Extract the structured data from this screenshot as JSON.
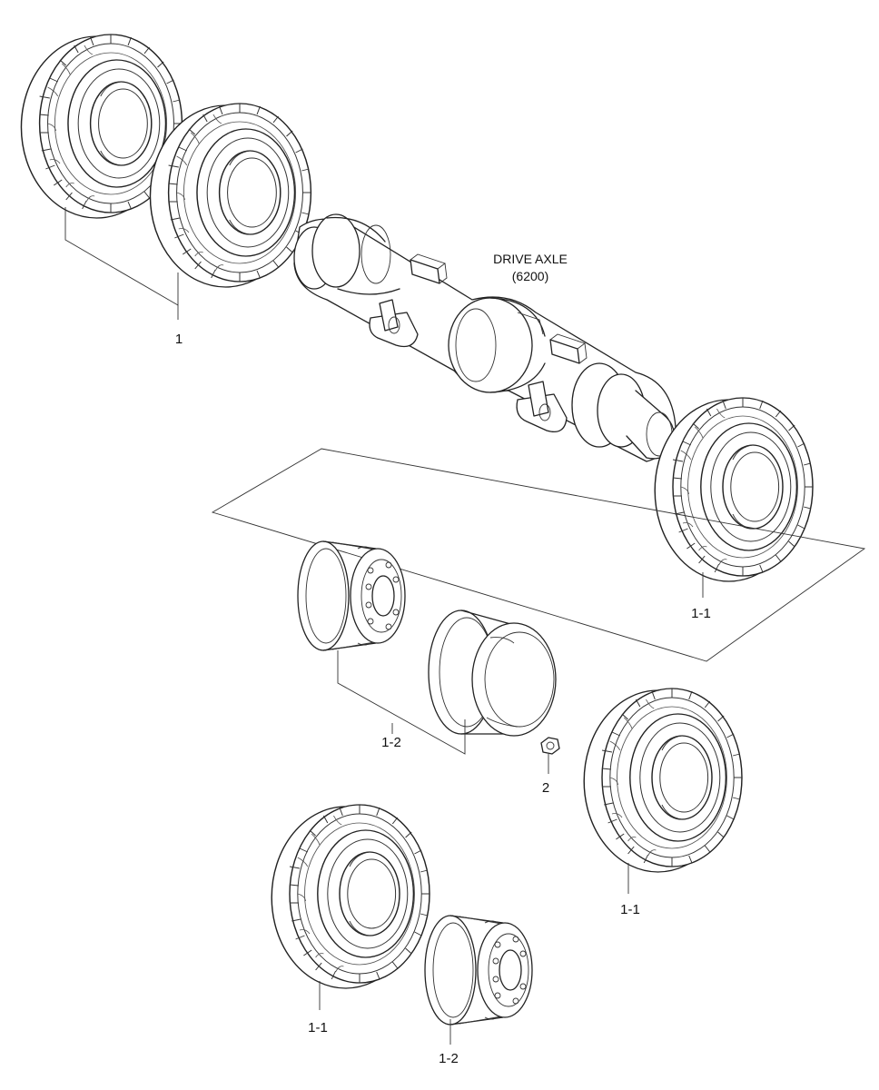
{
  "diagram": {
    "assembly_title": "DRIVE AXLE",
    "assembly_number": "(6200)",
    "callouts": [
      {
        "id": "c1",
        "text": "1"
      },
      {
        "id": "c2",
        "text": "1-1"
      },
      {
        "id": "c3",
        "text": "1-2"
      },
      {
        "id": "c4",
        "text": "2"
      },
      {
        "id": "c5",
        "text": "1-1"
      },
      {
        "id": "c6",
        "text": "1-1"
      },
      {
        "id": "c7",
        "text": "1-2"
      }
    ]
  }
}
